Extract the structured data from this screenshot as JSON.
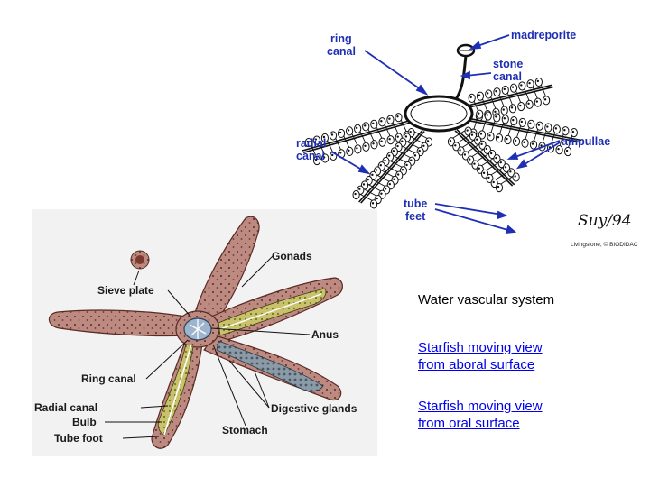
{
  "top_diagram": {
    "labels": {
      "ring_canal": [
        "ring",
        "canal"
      ],
      "madreporite": "madreporite",
      "stone_canal": [
        "stone",
        "canal"
      ],
      "radial_canal": [
        "radial",
        "canal"
      ],
      "ampullae": "ampullae",
      "tube_feet": [
        "tube",
        "feet"
      ]
    },
    "signature": "Suy/94",
    "credit": "Livingstone, © BIODIDAC"
  },
  "bottom_diagram": {
    "labels": {
      "gonads": "Gonads",
      "sieve_plate": "Sieve plate",
      "anus": "Anus",
      "ring_canal": "Ring canal",
      "digestive_glands": "Digestive glands",
      "radial_canal": "Radial canal",
      "bulb": "Bulb",
      "stomach": "Stomach",
      "tube_foot": "Tube foot"
    }
  },
  "side": {
    "title": "Water vascular system",
    "link_aboral": "Starfish moving  view from aboral surface",
    "link_oral": "Starfish moving view from oral surface"
  },
  "colors": {
    "label_blue": "#1f2fb4",
    "link_blue": "#0b3cc6",
    "skin": "#b9877e"
  }
}
